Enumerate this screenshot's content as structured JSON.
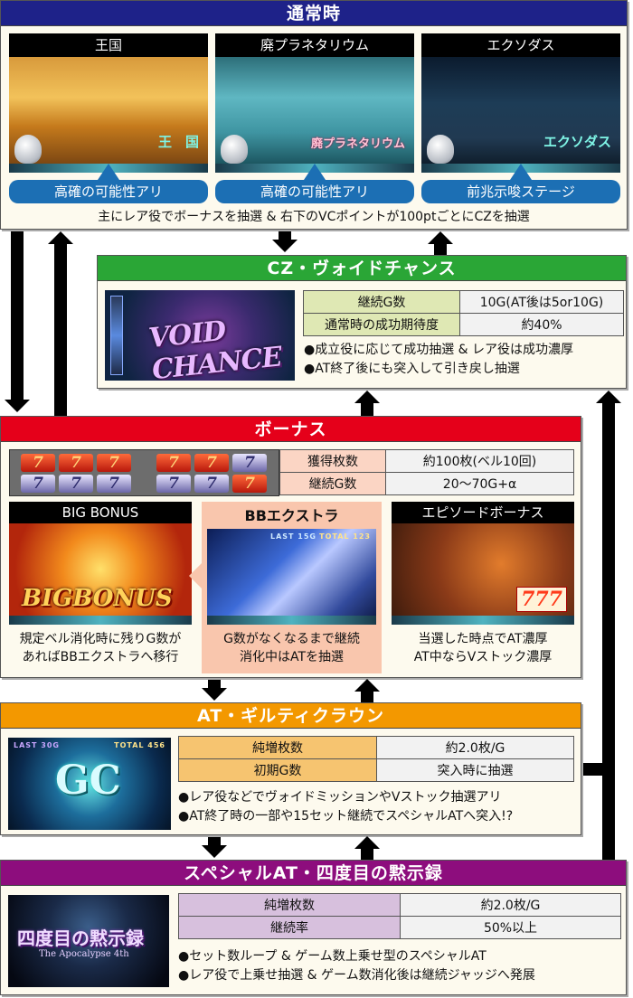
{
  "normal": {
    "title": "通常時",
    "stages": [
      {
        "name": "王国",
        "overlay": "王　国",
        "tag": "高確の可能性アリ"
      },
      {
        "name": "廃プラネタリウム",
        "overlay": "廃プラネタリウム",
        "tag": "高確の可能性アリ"
      },
      {
        "name": "エクソダス",
        "overlay": "エクソダス",
        "tag": "前兆示唆ステージ"
      }
    ],
    "note": "主にレア役でボーナスを抽選 & 右下のVCポイントが100ptごとにCZを抽選"
  },
  "cz": {
    "title": "CZ・ヴォイドチャンス",
    "image_logo": "VOID CHANCE",
    "table": [
      {
        "key": "継続G数",
        "value": "10G(AT後は5or10G)"
      },
      {
        "key": "通常時の成功期待度",
        "value": "約40%"
      }
    ],
    "bullets": [
      "●成立役に応じて成功抽選 & レア役は成功濃厚",
      "●AT終了後にも突入して引き戻し抽選"
    ]
  },
  "bonus": {
    "title": "ボーナス",
    "reels": {
      "set1": [
        [
          "red",
          "red",
          "red"
        ],
        [
          "blue",
          "blue",
          "blue"
        ]
      ],
      "set2": [
        [
          "red",
          "red",
          "blue"
        ],
        [
          "blue",
          "blue",
          "red"
        ]
      ],
      "glyph": "7"
    },
    "table": [
      {
        "key": "獲得枚数",
        "value": "約100枚(ベル10回)"
      },
      {
        "key": "継続G数",
        "value": "20〜70G+α"
      }
    ],
    "types": [
      {
        "title": "BIG BONUS",
        "logo": "BIGBONUS",
        "desc1": "規定ベル消化時に残りG数が",
        "desc2": "あればBBエクストラへ移行"
      },
      {
        "title": "BBエクストラ",
        "hud_left": "LAST 15G",
        "hud_right": "TOTAL 123",
        "desc1": "G数がなくなるまで継続",
        "desc2": "消化中はATを抽選"
      },
      {
        "title": "エピソードボーナス",
        "logo": "777",
        "desc1": "当選した時点でAT濃厚",
        "desc2": "AT中ならVストック濃厚"
      }
    ]
  },
  "at": {
    "title": "AT・ギルティクラウン",
    "hud_left": "LAST 30G",
    "hud_right": "TOTAL 456",
    "image_logo": "GC",
    "table": [
      {
        "key": "純増枚数",
        "value": "約2.0枚/G"
      },
      {
        "key": "初期G数",
        "value": "突入時に抽選"
      }
    ],
    "bullets": [
      "●レア役などでヴォイドミッションやVストック抽選アリ",
      "●AT終了時の一部や15セット継続でスペシャルATへ突入!?"
    ]
  },
  "special": {
    "title": "スペシャルAT・四度目の黙示録",
    "image_logo": "四度目の黙示録",
    "image_sub": "The Apocalypse 4th",
    "table": [
      {
        "key": "純増枚数",
        "value": "約2.0枚/G"
      },
      {
        "key": "継続率",
        "value": "50%以上"
      }
    ],
    "bullets": [
      "●セット数ループ & ゲーム数上乗せ型のスペシャルAT",
      "●レア役で上乗せ抽選 & ゲーム数消化後は継続ジャッジへ発展"
    ]
  },
  "colors": {
    "normal": "#1e2289",
    "cz": "#2aa636",
    "bonus": "#e5001a",
    "at": "#f39800",
    "special": "#8d0d7d",
    "tag": "#1c6fb4"
  }
}
